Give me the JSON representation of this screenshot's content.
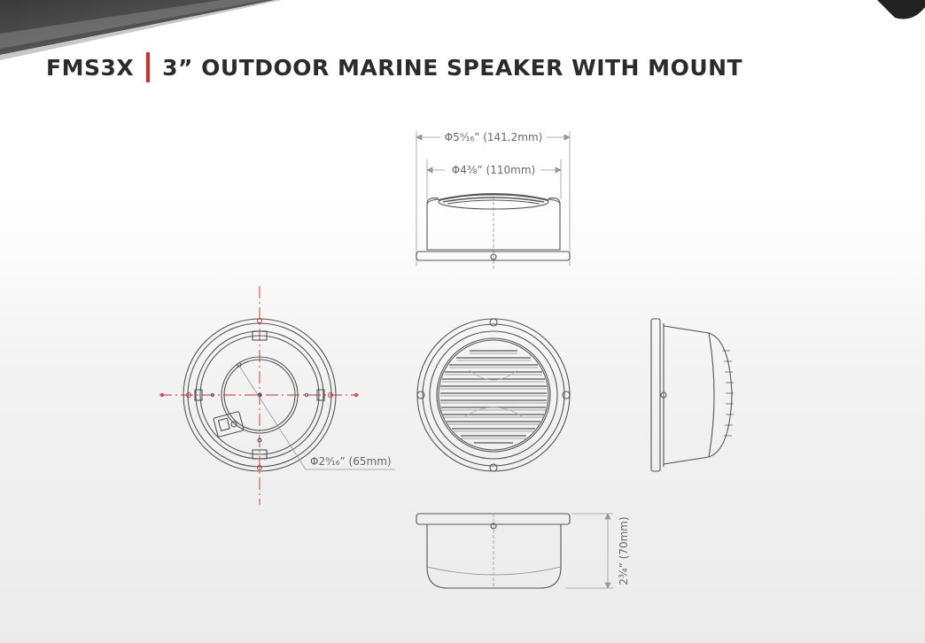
{
  "title": {
    "model": "FMS3X",
    "description": "3” OUTDOOR MARINE SPEAKER WITH MOUNT"
  },
  "dimensions": {
    "outer_diameter": "Φ5⁹⁄₁₆” (141.2mm)",
    "inner_diameter": "Φ4⅜” (110mm)",
    "cutout_diameter": "Φ2⁹⁄₁₆” (65mm)",
    "depth": "2¾” (70mm)"
  },
  "colors": {
    "accent": "#d52b2b",
    "title_text": "#2b2b2b",
    "line": "#555555",
    "dimension": "#888888"
  }
}
